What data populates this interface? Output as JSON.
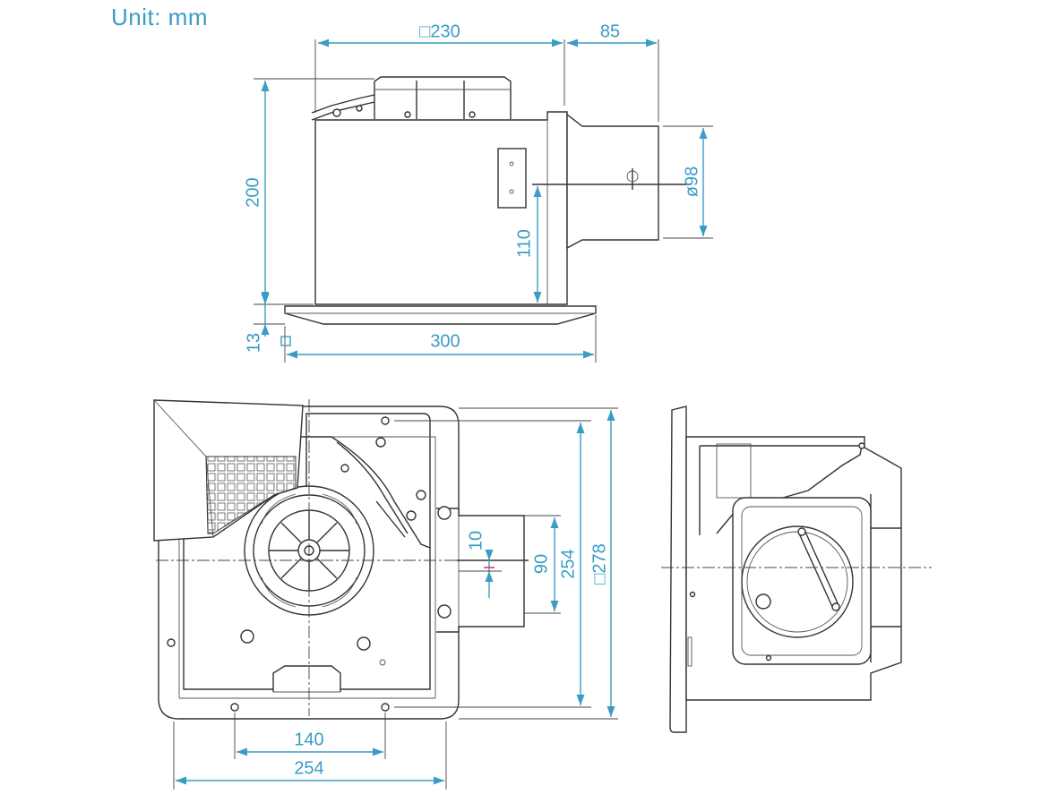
{
  "unit_label": "Unit: mm",
  "colors": {
    "dimension": "#3a9cc4",
    "outline": "#333333",
    "center_mark": "#e0306a"
  },
  "dimensions": {
    "width_square": "□230",
    "duct_offset": "85",
    "total_height": "200",
    "duct_diameter": "ø98",
    "duct_center_height": "110",
    "grille_thickness": "13",
    "grille_width": "300",
    "duct_center_offset": "10",
    "duct_width": "90",
    "mount_span_vertical": "254",
    "ceiling_cutout": "□278",
    "mount_span_horizontal": "140",
    "body_width": "254"
  }
}
